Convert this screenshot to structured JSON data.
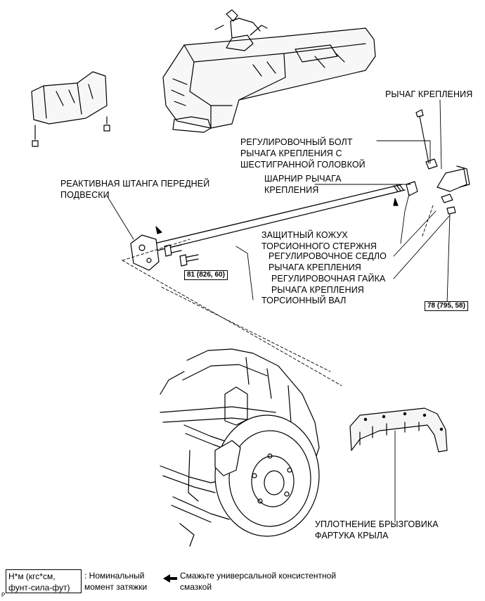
{
  "labels": {
    "mount_lever": "РЫЧАГ КРЕПЛЕНИЯ",
    "adjusting_bolt": "РЕГУЛИРОВОЧНЫЙ БОЛТ\nРЫЧАГА КРЕПЛЕНИЯ С\nШЕСТИГРАННОЙ ГОЛОВКОЙ",
    "lever_joint": "ШАРНИР РЫЧАГА\nКРЕПЛЕНИЯ",
    "front_strut_bar": "РЕАКТИВНАЯ ШТАНГА ПЕРЕДНЕЙ\nПОДВЕСКИ",
    "torsion_boot": "ЗАЩИТНЫЙ КОЖУХ\nТОРСИОННОГО СТЕРЖНЯ",
    "adjusting_seat": "РЕГУЛИРОВОЧНОЕ СЕДЛО\nРЫЧАГА КРЕПЛЕНИЯ",
    "adjusting_nut": "РЕГУЛИРОВОЧНАЯ ГАЙКА\nРЫЧАГА КРЕПЛЕНИЯ",
    "torsion_bar": "ТОРСИОННЫЙ ВАЛ",
    "splash_shield_seal": "УПЛОТНЕНИЕ БРЫЗГОВИКА\nФАРТУКА КРЫЛА"
  },
  "torque_values": {
    "strut_bar_bolts": "81 (826, 60)",
    "adjusting_nut": "78 (795, 58)"
  },
  "legend": {
    "torque_box": "Н*м (кгс*см,\nфунт-сила-фут)",
    "torque_desc": ": Номинальный\nмомент затяжки",
    "grease_arrow_icon": "arrow-left",
    "grease_desc": "Смажьте универсальной консистентной\nсмазкой"
  },
  "corner_mark": "P"
}
